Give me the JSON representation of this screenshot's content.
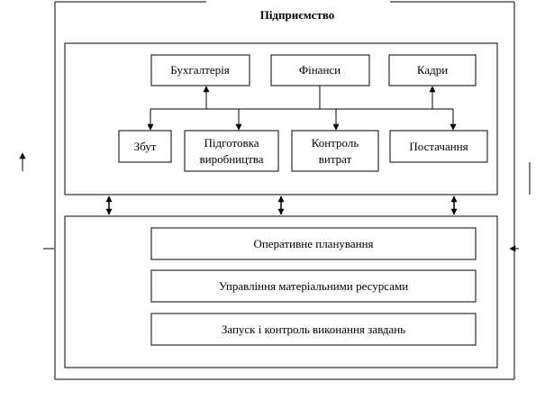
{
  "title": "Підприємство",
  "top_boxes": {
    "accounting": "Бухгалтерія",
    "finance": "Фінанси",
    "personnel": "Кадри"
  },
  "bottom_boxes": {
    "sales": "Збут",
    "production_prep_line1": "Підготовка",
    "production_prep_line2": "виробництва",
    "cost_control_line1": "Контроль",
    "cost_control_line2": "витрат",
    "supply": "Постачання"
  },
  "lower_boxes": {
    "operational_planning": "Оперативне планування",
    "material_resources": "Управління матеріальними ресурсами",
    "task_execution": "Запуск і контроль виконання завдань"
  }
}
